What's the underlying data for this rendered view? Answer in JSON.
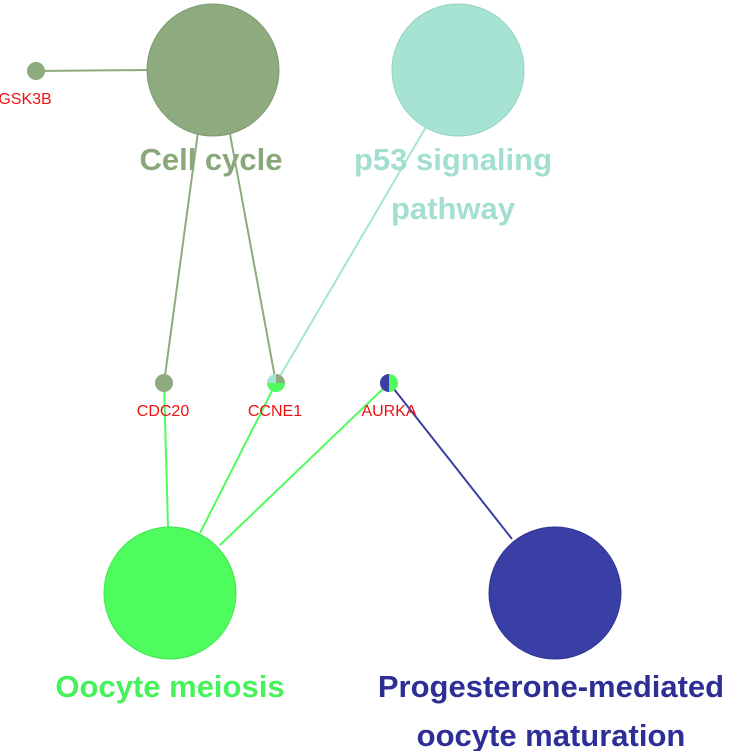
{
  "colors": {
    "cell_cycle": "#8eab7f",
    "p53": "#a6e3d3",
    "oocyte_meiosis": "#4efc5e",
    "progesterone": "#3a3fa6",
    "gene_label": "#ee1111",
    "cell_cycle_text": "#8aa77b",
    "p53_text": "#a2dfd0",
    "oocyte_meiosis_text": "#45f25a",
    "progesterone_text": "#2d2f96"
  },
  "terms": {
    "cell_cycle": {
      "line1": "Cell cycle"
    },
    "p53": {
      "line1": "p53 signaling",
      "line2": "pathway"
    },
    "oocyte_meiosis": {
      "line1": "Oocyte meiosis"
    },
    "progesterone": {
      "line1": "Progesterone-mediated",
      "line2": "oocyte maturation"
    }
  },
  "genes": {
    "gsk3b": "GSK3B",
    "cdc20": "CDC20",
    "ccne1": "CCNE1",
    "aurka": "AURKA"
  }
}
